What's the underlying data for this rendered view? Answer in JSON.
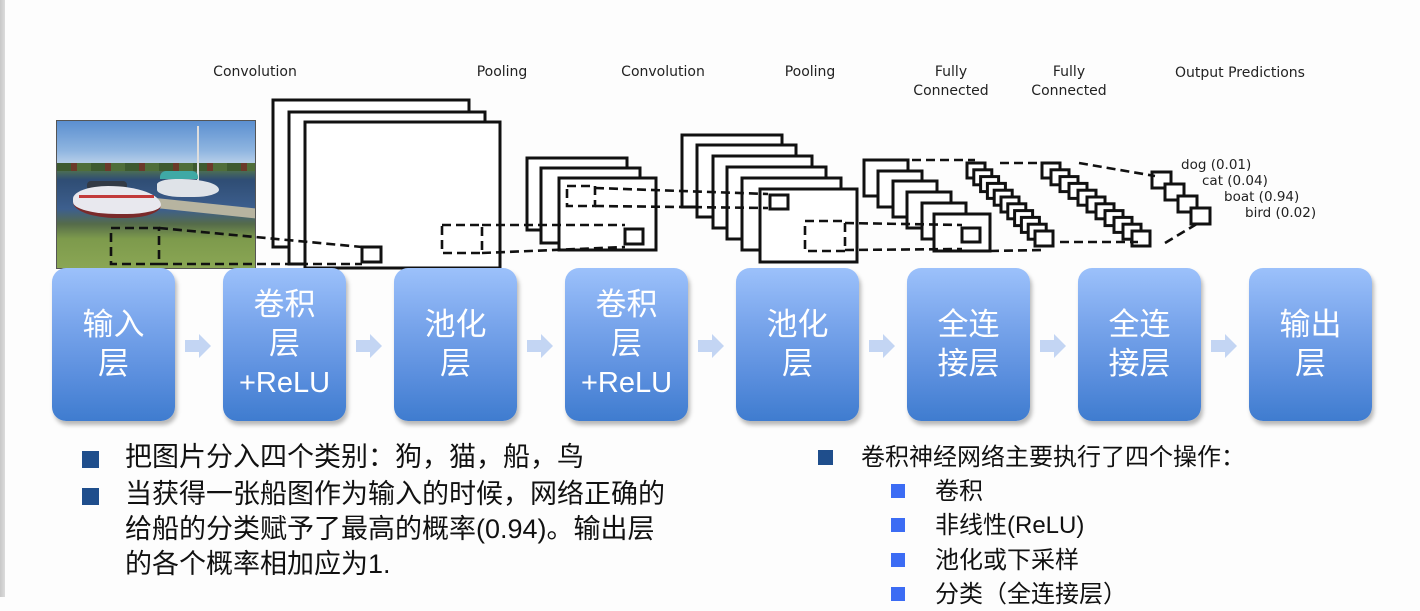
{
  "diagram": {
    "stage_labels": [
      {
        "id": "conv1",
        "text": "Convolution"
      },
      {
        "id": "pool1",
        "text": "Pooling"
      },
      {
        "id": "conv2",
        "text": "Convolution"
      },
      {
        "id": "pool2",
        "text": "Pooling"
      },
      {
        "id": "fc1",
        "text": "Fully\nConnected"
      },
      {
        "id": "fc2",
        "text": "Fully\nConnected"
      },
      {
        "id": "output",
        "text": "Output Predictions"
      }
    ],
    "input_image": {
      "description": "boats docked at a grassy shore"
    },
    "predictions": [
      {
        "label": "dog (0.01)",
        "class": "dog",
        "probability": 0.01
      },
      {
        "label": "cat (0.04)",
        "class": "cat",
        "probability": 0.04
      },
      {
        "label": "boat (0.94)",
        "class": "boat",
        "probability": 0.94
      },
      {
        "label": "bird (0.02)",
        "class": "bird",
        "probability": 0.02
      }
    ]
  },
  "flow": {
    "steps": [
      {
        "line1": "输入",
        "line2": "层",
        "line3": ""
      },
      {
        "line1": "卷积",
        "line2": "层",
        "line3": "+ReLU"
      },
      {
        "line1": "池化",
        "line2": "层",
        "line3": ""
      },
      {
        "line1": "卷积",
        "line2": "层",
        "line3": "+ReLU"
      },
      {
        "line1": "池化",
        "line2": "层",
        "line3": ""
      },
      {
        "line1": "全连",
        "line2": "接层",
        "line3": ""
      },
      {
        "line1": "全连",
        "line2": "接层",
        "line3": ""
      },
      {
        "line1": "输出",
        "line2": "层",
        "line3": ""
      }
    ],
    "arrow_icon": "right-arrow-icon",
    "colors": {
      "box_top": "#9cc1fb",
      "box_bottom": "#3f7ccf",
      "arrow": "#c3d5f3"
    }
  },
  "bullets_left": [
    {
      "text_cn": "把图片分入四个类别：狗，猫，船，鸟"
    },
    {
      "text_cn": "当获得一张船图作为输入的时候，网络正确的",
      "line2_a": "给船的分类赋予了最高的概率",
      "line2_num": "(0.94)",
      "line2_b": "。输出层",
      "line3_a": "的各个概率相加应为",
      "line3_num": "1."
    }
  ],
  "bullets_right": {
    "heading": "卷积神经网络主要执行了四个操作：",
    "items": [
      {
        "cn": "卷积",
        "en": ""
      },
      {
        "cn": "非线性",
        "en": "(ReLU)"
      },
      {
        "cn": "池化或下采样",
        "en": ""
      },
      {
        "cn": "分类（全连接层）",
        "en": ""
      }
    ],
    "colors": {
      "bullet": "#1f4e8c",
      "sub_bullet": "#3c6cf4"
    }
  }
}
